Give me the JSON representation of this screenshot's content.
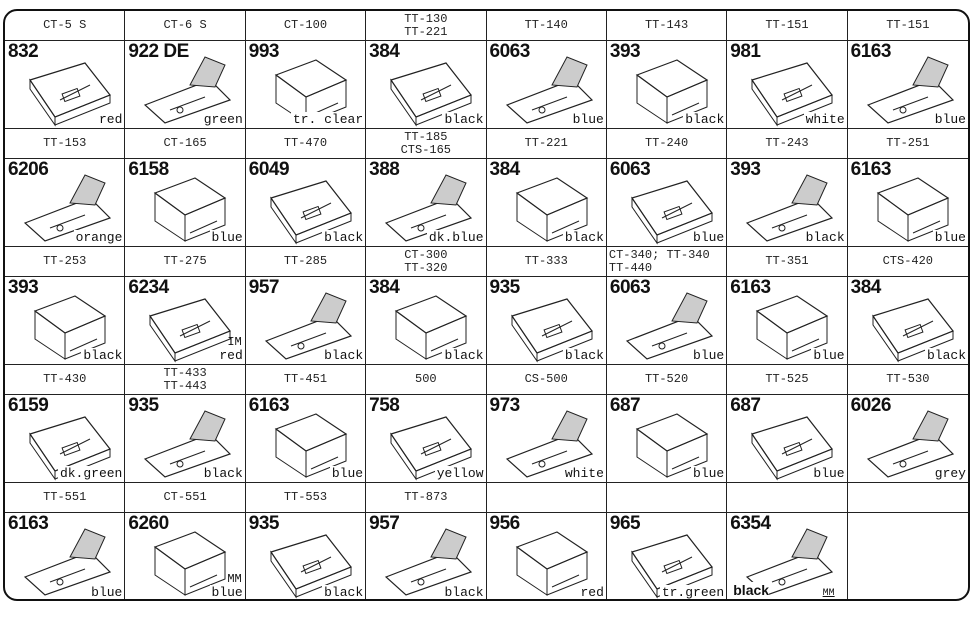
{
  "rows": [
    [
      {
        "model": [
          "CT-5 S"
        ],
        "part": "832",
        "color": "red"
      },
      {
        "model": [
          "CT-6 S"
        ],
        "part": "922 DE",
        "color": "green"
      },
      {
        "model": [
          "CT-100"
        ],
        "part": "993",
        "color": "tr. clear"
      },
      {
        "model": [
          "TT-130",
          "TT-221"
        ],
        "part": "384",
        "color": "black"
      },
      {
        "model": [
          "TT-140"
        ],
        "part": "6063",
        "color": "blue"
      },
      {
        "model": [
          "TT-143"
        ],
        "part": "393",
        "color": "black"
      },
      {
        "model": [
          "TT-151"
        ],
        "part": "981",
        "color": "white"
      },
      {
        "model": [
          "TT-151"
        ],
        "part": "6163",
        "color": "blue"
      }
    ],
    [
      {
        "model": [
          "TT-153"
        ],
        "part": "6206",
        "color": "orange"
      },
      {
        "model": [
          "CT-165"
        ],
        "part": "6158",
        "color": "blue"
      },
      {
        "model": [
          "TT-470"
        ],
        "part": "6049",
        "color": "black"
      },
      {
        "model": [
          "TT-185",
          "CTS-165"
        ],
        "part": "388",
        "color": "dk.blue"
      },
      {
        "model": [
          "TT-221"
        ],
        "part": "384",
        "color": "black"
      },
      {
        "model": [
          "TT-240"
        ],
        "part": "6063",
        "color": "blue"
      },
      {
        "model": [
          "TT-243"
        ],
        "part": "393",
        "color": "black"
      },
      {
        "model": [
          "TT-251"
        ],
        "part": "6163",
        "color": "blue"
      }
    ],
    [
      {
        "model": [
          "TT-253"
        ],
        "part": "393",
        "color": "black"
      },
      {
        "model": [
          "TT-275"
        ],
        "part": "6234",
        "color": "red",
        "tag": "IM"
      },
      {
        "model": [
          "TT-285"
        ],
        "part": "957",
        "color": "black"
      },
      {
        "model": [
          "CT-300",
          "TT-320"
        ],
        "part": "384",
        "color": "black"
      },
      {
        "model": [
          "TT-333"
        ],
        "part": "935",
        "color": "black"
      },
      {
        "model": [
          "CT-340; TT-340",
          "TT-440"
        ],
        "part": "6063",
        "color": "blue",
        "left": true
      },
      {
        "model": [
          "TT-351"
        ],
        "part": "6163",
        "color": "blue"
      },
      {
        "model": [
          "CTS-420"
        ],
        "part": "384",
        "color": "black"
      }
    ],
    [
      {
        "model": [
          "TT-430"
        ],
        "part": "6159",
        "color": "dk.green"
      },
      {
        "model": [
          "TT-433",
          "TT-443"
        ],
        "part": "935",
        "color": "black"
      },
      {
        "model": [
          "TT-451"
        ],
        "part": "6163",
        "color": "blue"
      },
      {
        "model": [
          "500"
        ],
        "part": "758",
        "color": "yellow"
      },
      {
        "model": [
          "CS-500"
        ],
        "part": "973",
        "color": "white"
      },
      {
        "model": [
          "TT-520"
        ],
        "part": "687",
        "color": "blue"
      },
      {
        "model": [
          "TT-525"
        ],
        "part": "687",
        "color": "blue"
      },
      {
        "model": [
          "TT-530"
        ],
        "part": "6026",
        "color": "grey"
      }
    ],
    [
      {
        "model": [
          "TT-551"
        ],
        "part": "6163",
        "color": "blue"
      },
      {
        "model": [
          "CT-551"
        ],
        "part": "6260",
        "color": "blue",
        "tag": "MM"
      },
      {
        "model": [
          "TT-553"
        ],
        "part": "935",
        "color": "black"
      },
      {
        "model": [
          "TT-873"
        ],
        "part": "957",
        "color": "black"
      },
      {
        "model": [],
        "part": "956",
        "color": "red"
      },
      {
        "model": [],
        "part": "965",
        "color": "tr.green"
      },
      {
        "model": [],
        "part": "6354",
        "color": "black",
        "tag": "MM",
        "boldColor": true
      },
      {
        "model": [],
        "part": "",
        "color": ""
      }
    ]
  ]
}
